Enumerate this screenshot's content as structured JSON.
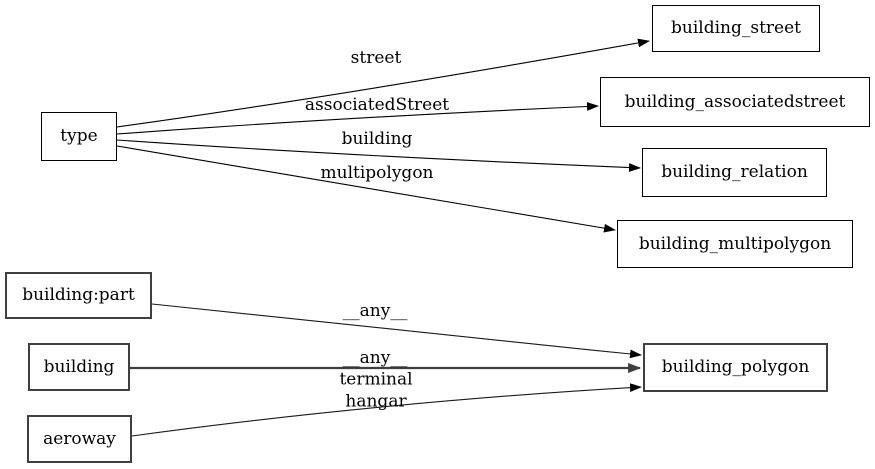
{
  "diagram": {
    "type": "directed-graph",
    "nodes": [
      {
        "id": "type",
        "label": "type"
      },
      {
        "id": "building:part",
        "label": "building:part"
      },
      {
        "id": "building",
        "label": "building"
      },
      {
        "id": "aeroway",
        "label": "aeroway"
      },
      {
        "id": "building_street",
        "label": "building_street"
      },
      {
        "id": "building_associatedstreet",
        "label": "building_associatedstreet"
      },
      {
        "id": "building_relation",
        "label": "building_relation"
      },
      {
        "id": "building_multipolygon",
        "label": "building_multipolygon"
      },
      {
        "id": "building_polygon",
        "label": "building_polygon"
      }
    ],
    "edges": [
      {
        "from": "type",
        "to": "building_street",
        "label": "street"
      },
      {
        "from": "type",
        "to": "building_associatedstreet",
        "label": "associatedStreet"
      },
      {
        "from": "type",
        "to": "building_relation",
        "label": "building"
      },
      {
        "from": "type",
        "to": "building_multipolygon",
        "label": "multipolygon"
      },
      {
        "from": "building:part",
        "to": "building_polygon",
        "label": "__any__"
      },
      {
        "from": "building",
        "to": "building_polygon",
        "label": "__any__"
      },
      {
        "from": "aeroway",
        "to": "building_polygon",
        "label": "terminal\nhangar"
      }
    ],
    "colors": {
      "background": "#ffffff",
      "stroke": "#000000",
      "highlight_stroke": "#3f3f3f",
      "text": "#000000"
    }
  }
}
